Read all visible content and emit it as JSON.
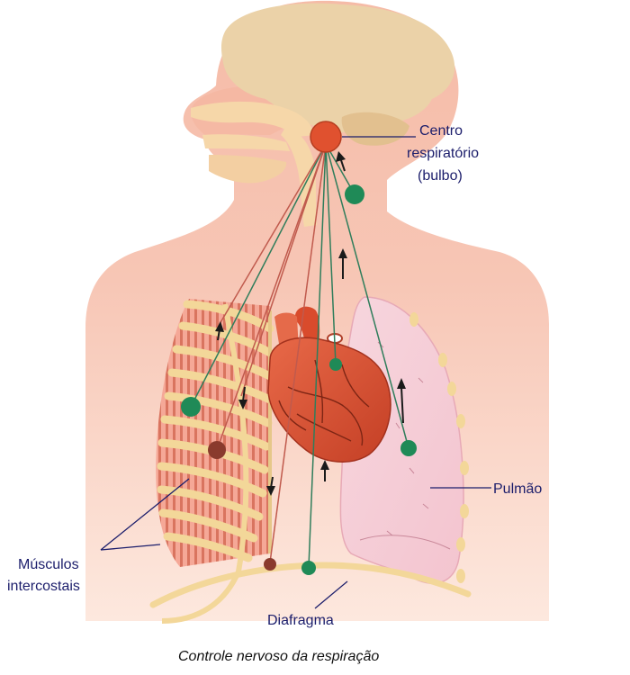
{
  "labels": {
    "centro_line1": "Centro",
    "centro_line2": "respiratório",
    "centro_line3": "(bulbo)",
    "pulmao": "Pulmão",
    "musculos_line1": "Músculos",
    "musculos_line2": "intercostais",
    "diafragma": "Diafragma"
  },
  "caption": "Controle nervoso da respiração",
  "colors": {
    "skin": "#f7c7b3",
    "skin_light": "#fbe2d6",
    "brain": "#ebd2a8",
    "airway": "#f6d7a9",
    "respiratory_center": "#e0512f",
    "nerve_motor": "#2f7d5b",
    "nerve_sensory": "#c05a4d",
    "ganglion_green": "#1f8a57",
    "ganglion_brown": "#8a3a2d",
    "rib": "#f3d799",
    "muscle": "#f3a189",
    "heart": "#d94b2c",
    "lung": "#f8d3dc",
    "label_text": "#1b1d6b"
  }
}
